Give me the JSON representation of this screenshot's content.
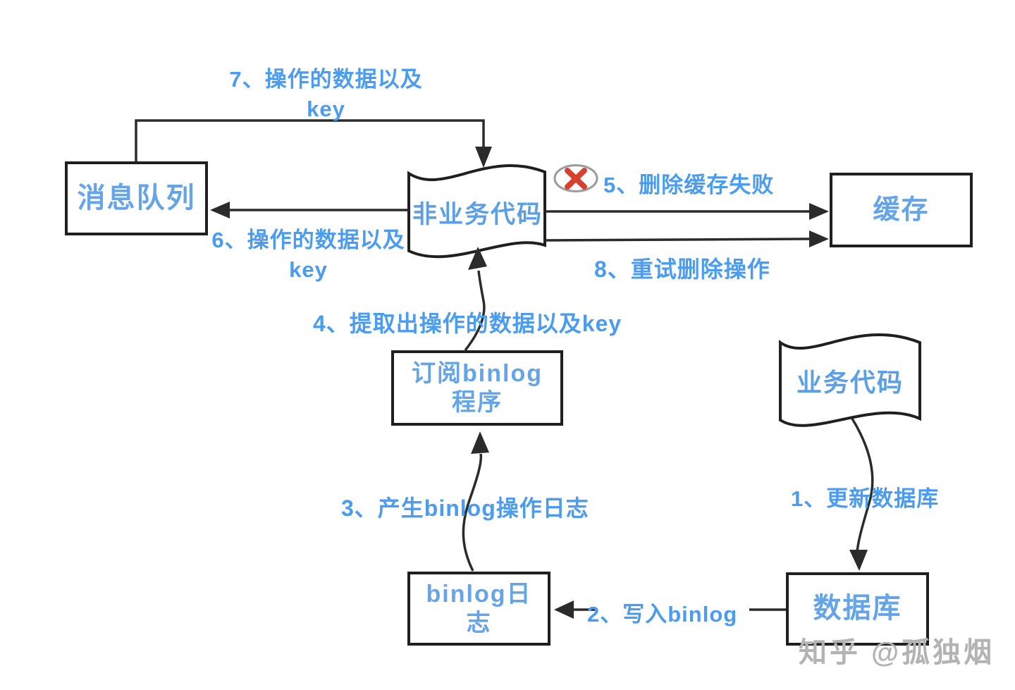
{
  "diagram": {
    "nodes": {
      "message_queue": "消息队列",
      "non_business_code": "非业务代码",
      "cache": "缓存",
      "subscribe_binlog": {
        "line1": "订阅binlog",
        "line2": "程序"
      },
      "business_code": "业务代码",
      "binlog_log": {
        "line1": "binlog日",
        "line2": "志"
      },
      "database": "数据库"
    },
    "steps": {
      "s1": "1、更新数据库",
      "s2": "2、写入binlog",
      "s3": "3、产生binlog操作日志",
      "s4": "4、提取出操作的数据以及key",
      "s5": "5、删除缓存失败",
      "s6": {
        "line1": "6、操作的数据以及",
        "line2": "key"
      },
      "s7": {
        "line1": "7、操作的数据以及",
        "line2": "key"
      },
      "s8": "8、重试删除操作"
    },
    "icons": {
      "error_cross": "error-cross-icon"
    },
    "colors": {
      "step_label_blue": "#4a9cf0",
      "node_text_blue": "#63a5e8",
      "line_black": "#2b2b2b",
      "error_red": "#d6402e",
      "error_ring_gray": "#9b9b9b",
      "watermark_gray": "#b3b3b3"
    },
    "watermark": "知乎 @孤独烟"
  }
}
